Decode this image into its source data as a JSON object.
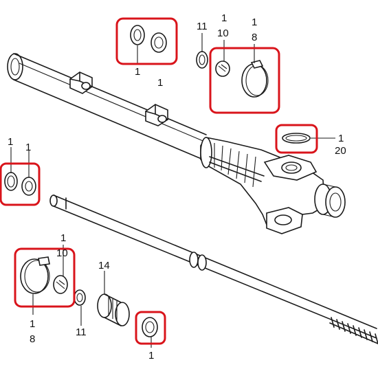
{
  "colors": {
    "highlight": "#d9141b",
    "line": "#1a1a1a",
    "background": "#ffffff"
  },
  "labels": {
    "top_seals_num": "1",
    "top_mid_num": "1",
    "top_washer_num": "11",
    "top_stop_ring_a": "1",
    "top_stop_ring_b": "10",
    "top_band_a": "1",
    "top_band_b": "8",
    "oring_a": "1",
    "oring_b": "20",
    "left_seal_a": "1",
    "left_seal_b": "1",
    "bottom_band_a": "1",
    "bottom_band_b": "8",
    "bottom_stop_ring_a": "1",
    "bottom_stop_ring_b": "10",
    "bottom_washer_num": "11",
    "bushing_num": "14",
    "bottom_seal_num": "1"
  }
}
